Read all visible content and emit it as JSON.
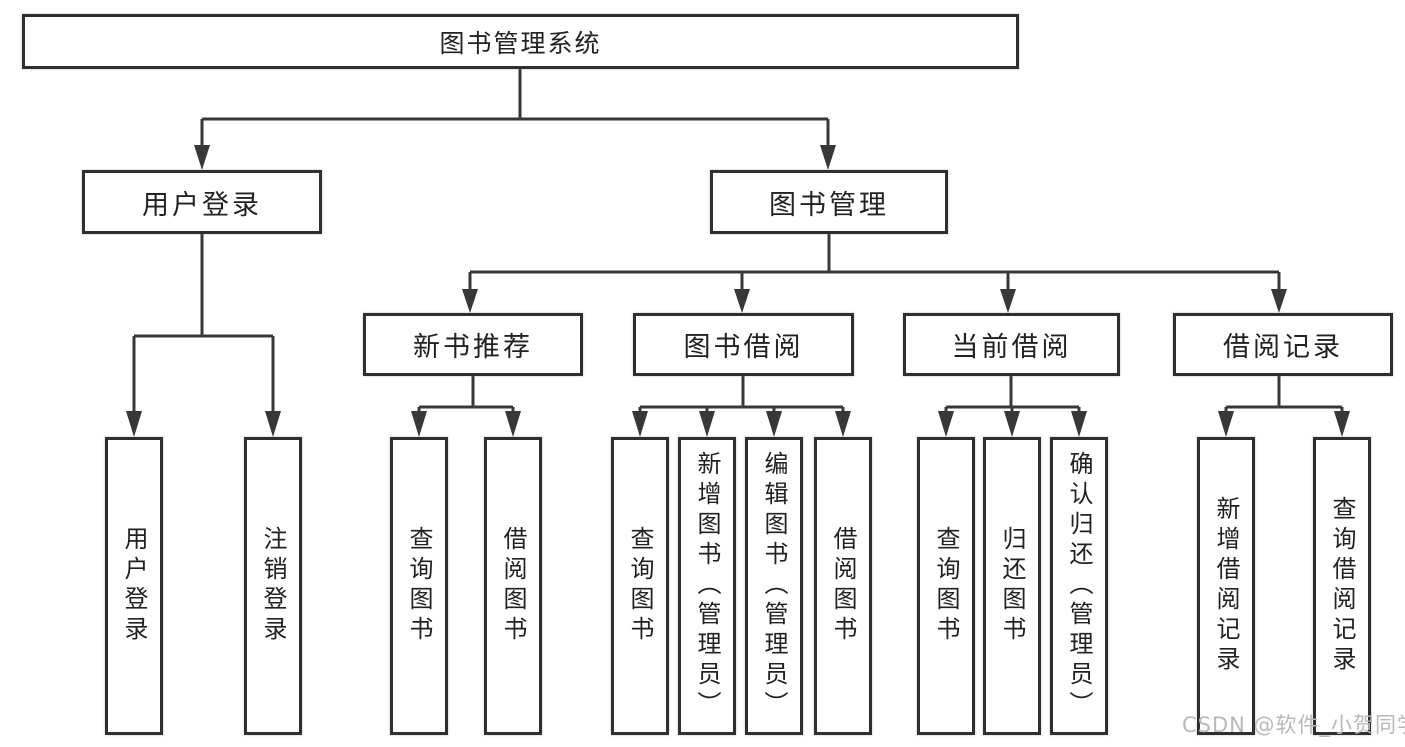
{
  "tree": {
    "label": "图书管理系统",
    "children": [
      {
        "label": "用户登录",
        "children": [
          {
            "label": "用户登录"
          },
          {
            "label": "注销登录"
          }
        ]
      },
      {
        "label": "图书管理",
        "children": [
          {
            "label": "新书推荐",
            "children": [
              {
                "label": "查询图书"
              },
              {
                "label": "借阅图书"
              }
            ]
          },
          {
            "label": "图书借阅",
            "children": [
              {
                "label": "查询图书"
              },
              {
                "label": "新增图书（管理员）"
              },
              {
                "label": "编辑图书（管理员）"
              },
              {
                "label": "借阅图书"
              }
            ]
          },
          {
            "label": "当前借阅",
            "children": [
              {
                "label": "查询图书"
              },
              {
                "label": "归还图书"
              },
              {
                "label": "确认归还（管理员）"
              }
            ]
          },
          {
            "label": "借阅记录",
            "children": [
              {
                "label": "新增借阅记录"
              },
              {
                "label": "查询借阅记录"
              }
            ]
          }
        ]
      }
    ]
  },
  "watermark": {
    "text": "CSDN @软件_小贺同学",
    "color": "#b9b9b9"
  },
  "colors": {
    "background": "#ffffff",
    "line": "#383838",
    "box_border": "#2f2f2f",
    "text": "#222222"
  }
}
